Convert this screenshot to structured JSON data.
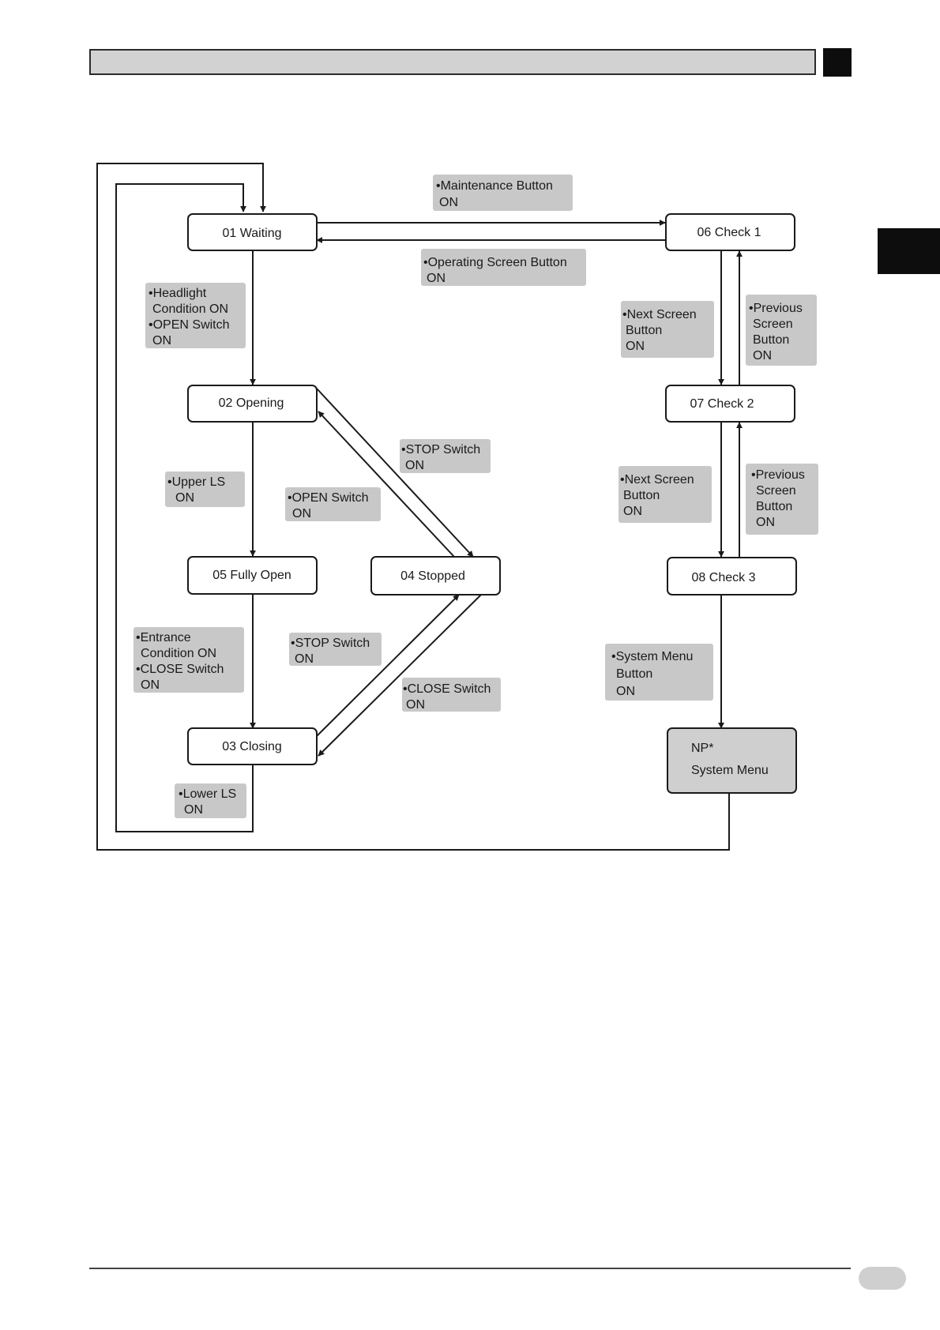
{
  "states": {
    "waiting": "01 Waiting",
    "opening": "02 Opening",
    "closing": "03 Closing",
    "stopped": "04 Stopped",
    "fully_open": "05 Fully Open",
    "check1": "06 Check 1",
    "check2": "07 Check 2",
    "check3": "08 Check 3",
    "system_menu": [
      "NP*",
      "System Menu"
    ]
  },
  "conditions": {
    "maintenance": [
      "•Maintenance Button",
      "ON"
    ],
    "operating_screen": [
      "•Operating Screen Button",
      "ON"
    ],
    "headlight_open": [
      "•Headlight",
      "Condition ON",
      "•OPEN Switch",
      "ON"
    ],
    "upper_ls": [
      "•Upper LS",
      "ON"
    ],
    "open_switch": [
      "•OPEN Switch",
      "ON"
    ],
    "stop_switch_1": [
      "•STOP Switch",
      "ON"
    ],
    "entrance_close": [
      "•Entrance",
      "Condition ON",
      "•CLOSE Switch",
      "ON"
    ],
    "stop_switch_2": [
      "•STOP Switch",
      "ON"
    ],
    "close_switch": [
      "•CLOSE Switch",
      "ON"
    ],
    "lower_ls": [
      "•Lower LS",
      "ON"
    ],
    "next_screen_1": [
      "•Next Screen",
      "Button",
      "ON"
    ],
    "prev_screen_1": [
      "•Previous",
      "Screen",
      "Button",
      "ON"
    ],
    "next_screen_2": [
      "•Next Screen",
      "Button",
      "ON"
    ],
    "prev_screen_2": [
      "•Previous",
      "Screen",
      "Button",
      "ON"
    ],
    "system_menu_btn": [
      "•System Menu",
      "Button",
      "ON"
    ]
  },
  "colors": {
    "condition_fill": "#c8c8c8",
    "menu_fill": "#cfcfcf",
    "line": "#1a1a1a"
  }
}
